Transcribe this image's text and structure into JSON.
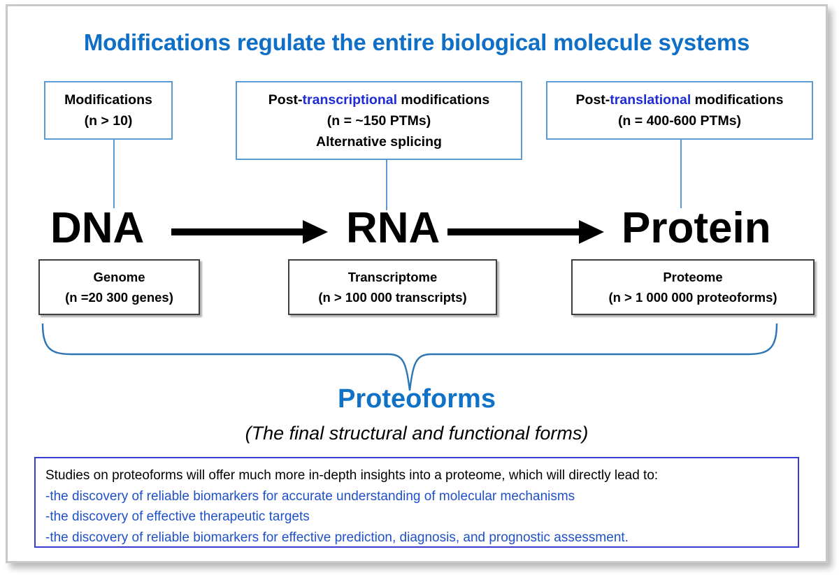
{
  "title": "Modifications regulate the entire biological molecule systems",
  "colors": {
    "title_blue": "#0f6fc6",
    "box_border_blue": "#5b9bd5",
    "highlight_blue": "#1f2bd4",
    "brace_blue": "#2e75b6",
    "summary_border": "#3a3ad0",
    "summary_text_blue": "#2050c8",
    "omics_border": "#3f3f3f",
    "frame_gray": "#c9c9c9"
  },
  "modification_boxes": [
    {
      "id": "modifications",
      "lines": [
        {
          "pre": "Modifications",
          "highlight": "",
          "post": ""
        },
        {
          "pre": "(n > 10)",
          "highlight": "",
          "post": ""
        }
      ]
    },
    {
      "id": "post-transcriptional",
      "lines": [
        {
          "pre": "Post-",
          "highlight": "transcriptional",
          "post": " modifications"
        },
        {
          "pre": "(n = ~150 PTMs)",
          "highlight": "",
          "post": ""
        },
        {
          "pre": "Alternative splicing",
          "highlight": "",
          "post": ""
        }
      ]
    },
    {
      "id": "post-translational",
      "lines": [
        {
          "pre": "Post-",
          "highlight": "translational",
          "post": " modifications"
        },
        {
          "pre": "(n = 400-600 PTMs)",
          "highlight": "",
          "post": ""
        }
      ]
    }
  ],
  "molecules": [
    {
      "id": "dna",
      "label": "DNA"
    },
    {
      "id": "rna",
      "label": "RNA"
    },
    {
      "id": "protein",
      "label": "Protein"
    }
  ],
  "arrows": [
    {
      "id": "dna-to-rna",
      "from": "DNA",
      "to": "RNA"
    },
    {
      "id": "rna-to-protein",
      "from": "RNA",
      "to": "Protein"
    }
  ],
  "omics_boxes": [
    {
      "id": "genome",
      "name": "Genome",
      "count": "(n =20 300 genes)"
    },
    {
      "id": "transcriptome",
      "name": "Transcriptome",
      "count": "(n > 100 000 transcripts)"
    },
    {
      "id": "proteome",
      "name": "Proteome",
      "count": "(n > 1 000 000 proteoforms)"
    }
  ],
  "proteoforms": {
    "heading": "Proteoforms",
    "subtitle": "(The final structural and functional forms)"
  },
  "summary": {
    "intro": "Studies on proteoforms will offer much more in-depth insights into a proteome, which will directly lead to:",
    "bullets": [
      "-the discovery of reliable biomarkers for accurate understanding of molecular mechanisms",
      "-the discovery of effective therapeutic targets",
      "-the discovery of reliable biomarkers for effective prediction, diagnosis, and prognostic assessment."
    ]
  }
}
